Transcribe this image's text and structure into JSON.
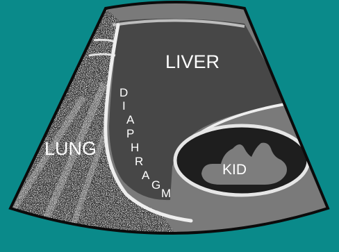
{
  "colors": {
    "background": "#0a8a8a",
    "fan_gray": "#7a7a7a",
    "liver": "#474747",
    "kidney_outer": "#1e1e1e",
    "kidney_inner": "#7d7d7d",
    "line": "#e6e6e6",
    "outline": "#0b0b0b",
    "text": "#ffffff"
  },
  "labels": {
    "lung": "LUNG",
    "liver": "LIVER",
    "kidney": "KID",
    "diaphragm": "DIAPHRAGM"
  },
  "icons": [
    "ultrasound-fan-sector"
  ]
}
